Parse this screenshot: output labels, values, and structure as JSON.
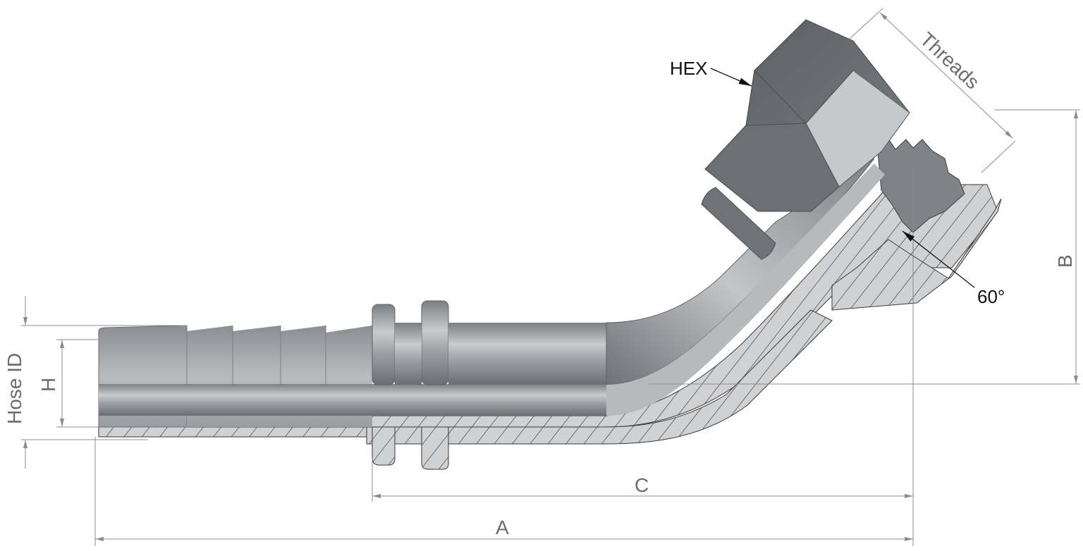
{
  "labels": {
    "hex": "HEX",
    "threads": "Threads",
    "angle": "60°",
    "dim_a": "A",
    "dim_b": "B",
    "dim_c": "C",
    "dim_h": "H",
    "dim_hose_id": "Hose ID"
  },
  "colors": {
    "steel_light": "#c9cbcd",
    "steel_mid": "#9a9ea2",
    "steel_dark": "#5d6165",
    "section": "#cfd1d3",
    "hatch": "#2b2b2b",
    "dimension": "#8c8c8c"
  },
  "icons": {
    "arrowhead": "dimension-arrowhead"
  }
}
